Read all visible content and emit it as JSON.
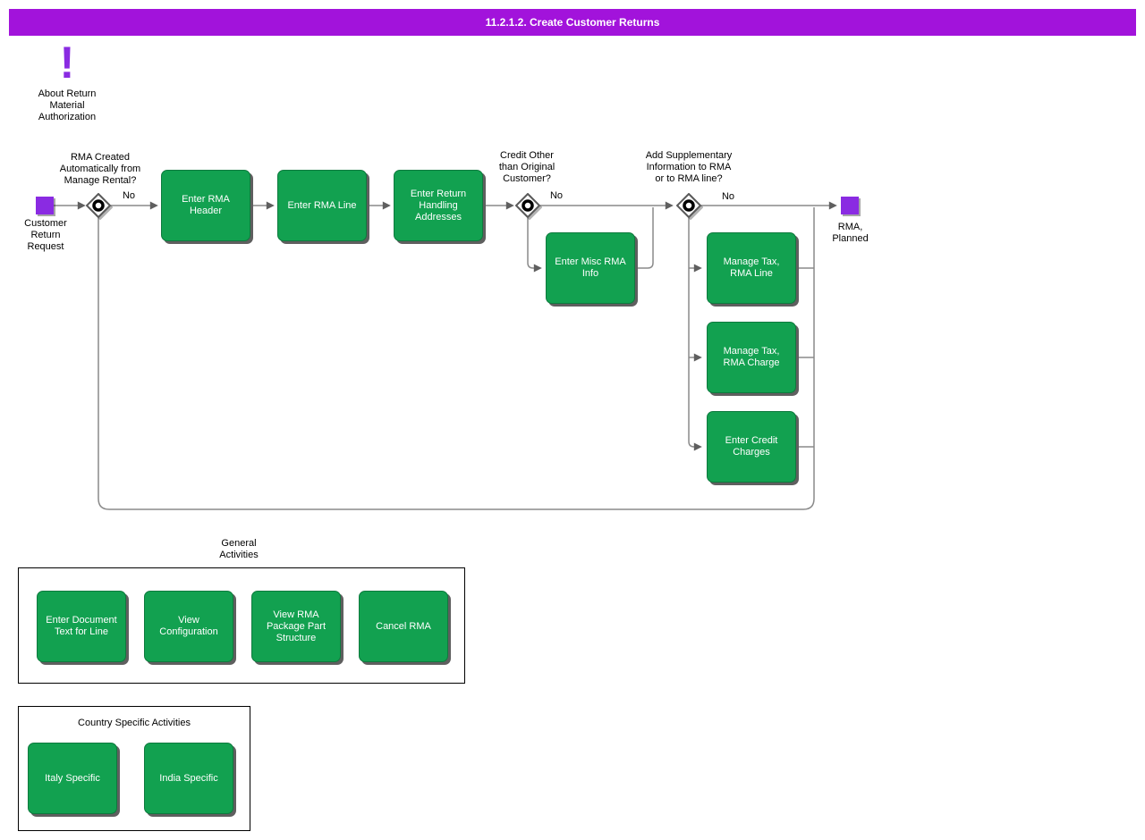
{
  "title": "11.2.1.2. Create Customer Returns",
  "colors": {
    "header_bg": "#A213DB",
    "activity_green": "#12A150",
    "accent_purple": "#8A2BE2",
    "line_gray": "#8A8A8A"
  },
  "icons": {
    "about_exclamation": "!"
  },
  "about": {
    "label": "About Return\nMaterial\nAuthorization"
  },
  "flow": {
    "start": {
      "label": "Customer\nReturn\nRequest"
    },
    "end": {
      "label": "RMA,\nPlanned"
    },
    "decisions": [
      {
        "question": "RMA Created\nAutomatically from\nManage Rental?",
        "branch_label": "No"
      },
      {
        "question": "Credit Other\nthan Original\nCustomer?",
        "branch_label": "No"
      },
      {
        "question": "Add Supplementary\nInformation to RMA\nor to RMA line?",
        "branch_label": "No"
      }
    ],
    "activities": [
      {
        "label": "Enter RMA Header"
      },
      {
        "label": "Enter RMA Line"
      },
      {
        "label": "Enter Return Handling Addresses"
      },
      {
        "label": "Enter Misc RMA Info"
      },
      {
        "label": "Manage Tax, RMA Line"
      },
      {
        "label": "Manage Tax, RMA Charge"
      },
      {
        "label": "Enter Credit Charges"
      }
    ]
  },
  "general_activities": {
    "title": "General\nActivities",
    "items": [
      {
        "label": "Enter Document Text for Line"
      },
      {
        "label": "View Configuration"
      },
      {
        "label": "View RMA Package Part Structure"
      },
      {
        "label": "Cancel RMA"
      }
    ]
  },
  "country_activities": {
    "title": "Country Specific Activities",
    "items": [
      {
        "label": "Italy Specific"
      },
      {
        "label": "India Specific"
      }
    ]
  }
}
